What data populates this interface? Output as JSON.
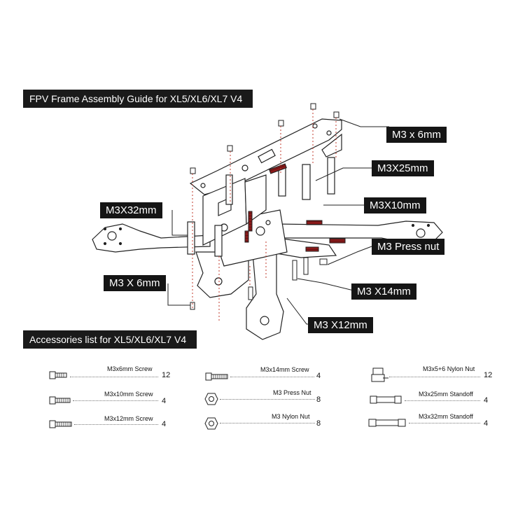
{
  "assembly": {
    "title": "FPV Frame Assembly Guide for XL5/XL6/XL7 V4",
    "callouts": {
      "m3x6_top": "M3 x 6mm",
      "m3x25": "M3X25mm",
      "m3x10": "M3X10mm",
      "m3x32": "M3X32mm",
      "m3_press_nut": "M3 Press nut",
      "m3x6_left": "M3 X 6mm",
      "m3x14": "M3 X14mm",
      "m3x12": "M3 X12mm"
    }
  },
  "accessories": {
    "title": "Accessories list for XL5/XL6/XL7  V4",
    "items": [
      {
        "name": "M3x6mm Screw",
        "qty": "12",
        "icon": "screw-short-icon"
      },
      {
        "name": "M3x10mm Screw",
        "qty": "4",
        "icon": "screw-medium-icon"
      },
      {
        "name": "M3x12mm Screw",
        "qty": "4",
        "icon": "screw-long-icon"
      },
      {
        "name": "M3x14mm Screw",
        "qty": "4",
        "icon": "screw-long-icon"
      },
      {
        "name": "M3 Press Nut",
        "qty": "8",
        "icon": "press-nut-icon"
      },
      {
        "name": "M3 Nylon Nut",
        "qty": "8",
        "icon": "nylon-nut-icon"
      },
      {
        "name": "M3x5+6 Nylon Nut",
        "qty": "12",
        "icon": "nylon-standoff-icon"
      },
      {
        "name": "M3x25mm Standoff",
        "qty": "4",
        "icon": "standoff-25-icon"
      },
      {
        "name": "M3x32mm Standoff",
        "qty": "4",
        "icon": "standoff-32-icon"
      }
    ]
  },
  "colors": {
    "banner": "#1a1a1a",
    "thread_highlight": "#8b1a1a",
    "line": "#222222"
  }
}
